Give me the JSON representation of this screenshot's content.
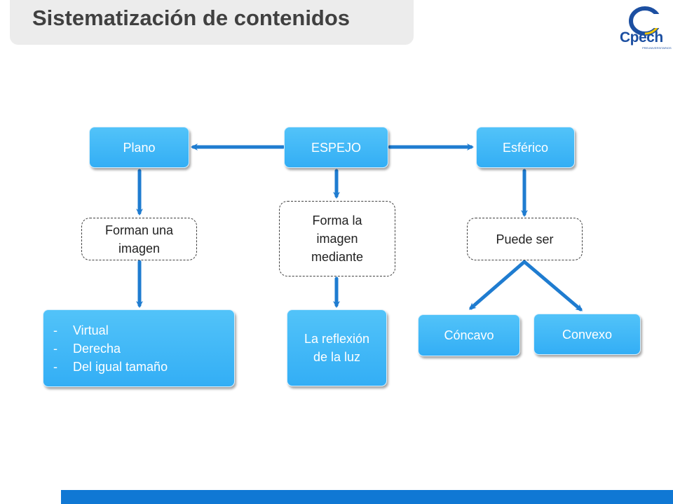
{
  "header": {
    "title": "Sistematización de contenidos"
  },
  "logo": {
    "name": "Cpech",
    "tagline": "PREUNIVERSITARIOS"
  },
  "diagram": {
    "center": "ESPEJO",
    "left": "Plano",
    "right": "Esférico",
    "left_connector": "Forman una imagen",
    "center_connector": "Forma la imagen mediante",
    "right_connector": "Puede ser",
    "left_result": [
      "Virtual",
      "Derecha",
      "Del igual tamaño"
    ],
    "center_result": "La reflexión de la luz",
    "right_result_a": "Cóncavo",
    "right_result_b": "Convexo"
  },
  "colors": {
    "node": "#33aef5",
    "arrow": "#1f7cd0",
    "bottom_bar": "#1078d4",
    "title_bg": "#ececec"
  }
}
